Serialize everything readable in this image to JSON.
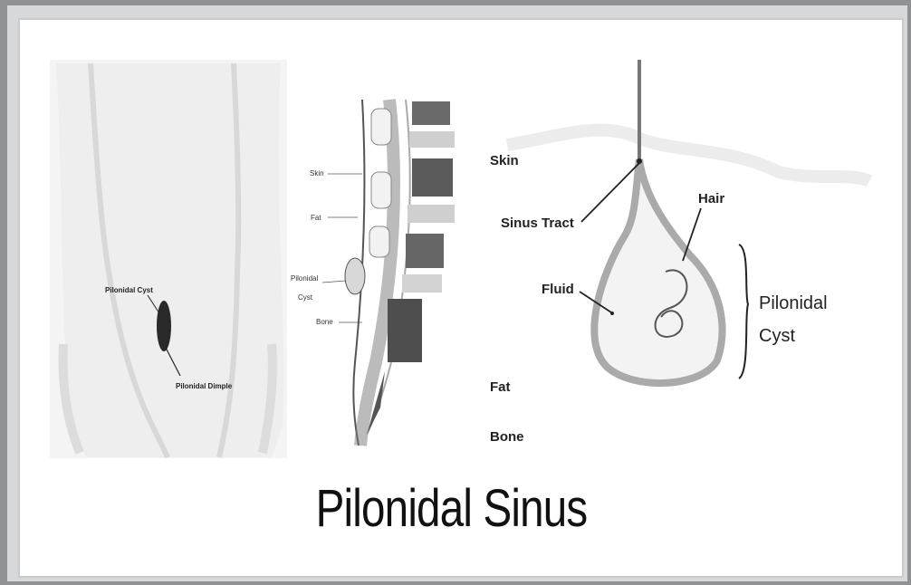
{
  "title": "Pilonidal Sinus",
  "panel_back": {
    "labels": {
      "cyst": "Pilonidal Cyst",
      "dimple": "Pilonidal Dimple"
    }
  },
  "panel_section": {
    "labels": {
      "skin": "Skin",
      "fat": "Fat",
      "cyst_line1": "Pilonidal",
      "cyst_line2": "Cyst",
      "bone": "Bone"
    }
  },
  "panel_detail": {
    "labels": {
      "skin": "Skin",
      "sinus_tract": "Sinus Tract",
      "hair": "Hair",
      "fluid": "Fluid",
      "cyst_line1": "Pilonidal",
      "cyst_line2": "Cyst",
      "fat": "Fat",
      "bone": "Bone"
    }
  }
}
